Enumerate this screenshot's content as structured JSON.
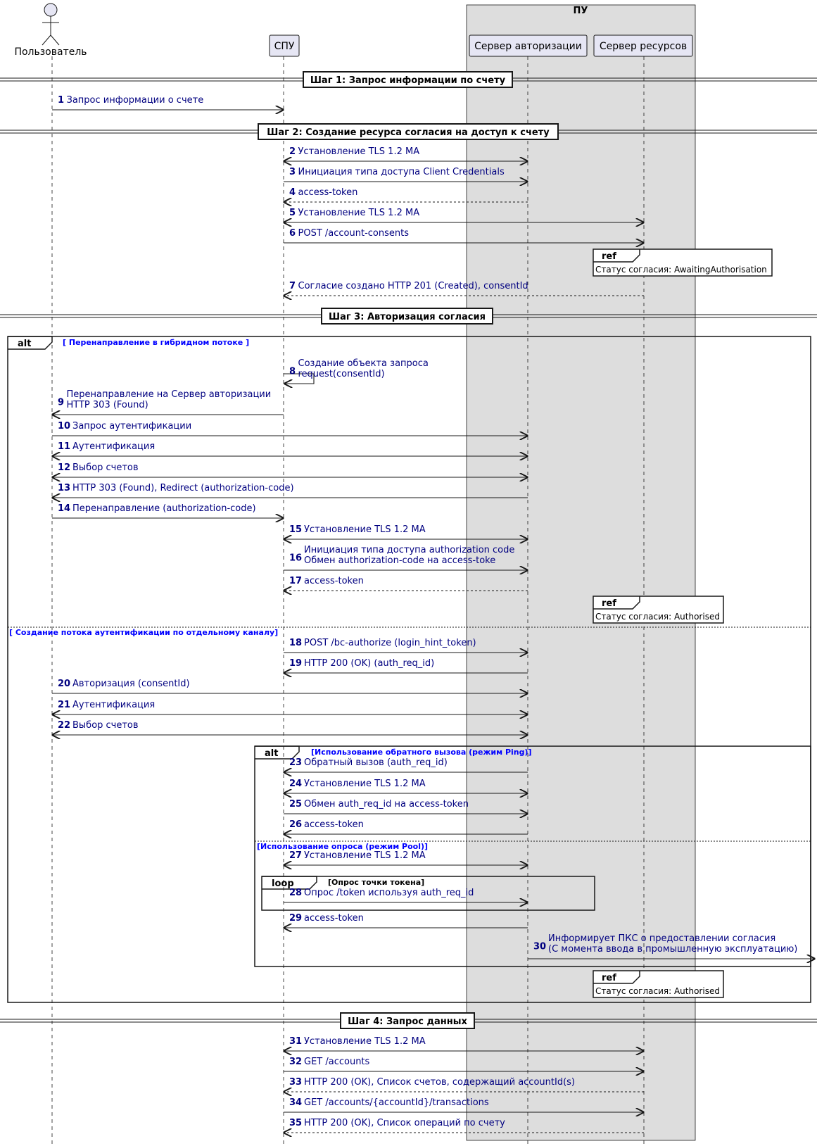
{
  "box": {
    "title": "ПУ"
  },
  "participants": {
    "user": "Пользователь",
    "spu": "СПУ",
    "auth": "Сервер авторизации",
    "res": "Сервер ресурсов"
  },
  "dividers": [
    "Шаг 1: Запрос информации по счету",
    "Шаг 2: Создание ресурса согласия на доступ к счету",
    "Шаг 3: Авторизация согласия",
    "Шаг 4: Запрос данных"
  ],
  "messages": [
    {
      "n": "1",
      "text": [
        "Запрос информации о счете"
      ]
    },
    {
      "n": "2",
      "text": [
        "Установление TLS 1.2 MA"
      ]
    },
    {
      "n": "3",
      "text": [
        "Инициация типа доступа Client Credentials"
      ]
    },
    {
      "n": "4",
      "text": [
        "access-token"
      ]
    },
    {
      "n": "5",
      "text": [
        "Установление TLS 1.2 MA"
      ]
    },
    {
      "n": "6",
      "text": [
        "POST /account-consents"
      ]
    },
    {
      "n": "7",
      "text": [
        "Согласие создано HTTP 201 (Created), consentId"
      ]
    },
    {
      "n": "8",
      "text": [
        "Создание объекта запроса",
        "request(consentId)"
      ]
    },
    {
      "n": "9",
      "text": [
        "Перенаправление на Сервер авторизации",
        "HTTP 303 (Found)"
      ]
    },
    {
      "n": "10",
      "text": [
        "Запрос аутентификации"
      ]
    },
    {
      "n": "11",
      "text": [
        "Аутентификация"
      ]
    },
    {
      "n": "12",
      "text": [
        "Выбор счетов"
      ]
    },
    {
      "n": "13",
      "text": [
        "HTTP 303 (Found), Redirect (authorization-code)"
      ]
    },
    {
      "n": "14",
      "text": [
        "Перенаправление (authorization-code)"
      ]
    },
    {
      "n": "15",
      "text": [
        "Установление TLS 1.2 MA"
      ]
    },
    {
      "n": "16",
      "text": [
        "Инициация типа доступа authorization code",
        "Обмен authorization-code на access-toke"
      ]
    },
    {
      "n": "17",
      "text": [
        "access-token"
      ]
    },
    {
      "n": "18",
      "text": [
        "POST /bc-authorize (login_hint_token)"
      ]
    },
    {
      "n": "19",
      "text": [
        "HTTP 200 (OK) (auth_req_id)"
      ]
    },
    {
      "n": "20",
      "text": [
        "Авторизация (consentId)"
      ]
    },
    {
      "n": "21",
      "text": [
        "Аутентификация"
      ]
    },
    {
      "n": "22",
      "text": [
        "Выбор счетов"
      ]
    },
    {
      "n": "23",
      "text": [
        "Обратный вызов (auth_req_id)"
      ]
    },
    {
      "n": "24",
      "text": [
        "Установление TLS 1.2 MA"
      ]
    },
    {
      "n": "25",
      "text": [
        "Обмен auth_req_id на access-token"
      ]
    },
    {
      "n": "26",
      "text": [
        "access-token"
      ]
    },
    {
      "n": "27",
      "text": [
        "Установление TLS 1.2 MA"
      ]
    },
    {
      "n": "28",
      "text": [
        "Опрос /token используя auth_req_id"
      ]
    },
    {
      "n": "29",
      "text": [
        "access-token"
      ]
    },
    {
      "n": "30",
      "text": [
        "Информирует ПКС о предоставлении согласия",
        "(С момента ввода в промышленную эксплуатацию)"
      ]
    },
    {
      "n": "31",
      "text": [
        "Установление TLS 1.2 MA"
      ]
    },
    {
      "n": "32",
      "text": [
        "GET /accounts"
      ]
    },
    {
      "n": "33",
      "text": [
        "HTTP 200 (OK), Список счетов, содержащий accountId(s)"
      ]
    },
    {
      "n": "34",
      "text": [
        "GET /accounts/{accountId}/transactions"
      ]
    },
    {
      "n": "35",
      "text": [
        "HTTP 200 (OK), Список операций по счету"
      ]
    }
  ],
  "refs": [
    {
      "label": "ref",
      "text": "Статус согласия: AwaitingAuthorisation"
    },
    {
      "label": "ref",
      "text": "Статус согласия: Authorised"
    },
    {
      "label": "ref",
      "text": "Статус согласия: Authorised"
    }
  ],
  "fragments": {
    "alt_outer": {
      "label": "alt",
      "cond1": "[ Перенаправление в гибридном потоке ]",
      "cond2": "[ Создание потока аутентификации по отдельному каналу]"
    },
    "alt_inner": {
      "label": "alt",
      "cond1": "[Использование обратного вызова (режим Ping)]",
      "cond2": "[Использование опроса (режим Pool)]"
    },
    "loop": {
      "label": "loop",
      "cond": "[Опрос точки токена]"
    }
  },
  "colors": {
    "message_text": "#000080",
    "condition_text": "#0000ff",
    "participant_fill": "#e6e6f4",
    "box_fill": "#dddddd"
  }
}
